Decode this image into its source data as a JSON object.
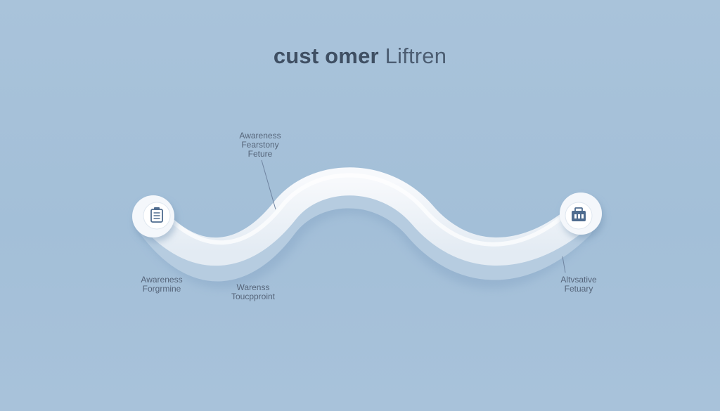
{
  "title": {
    "part1": "cust omer",
    "part2": "Liftren"
  },
  "annotations": [
    {
      "id": "top",
      "lines": [
        "Awareness",
        "Fearstony",
        "Feture"
      ]
    },
    {
      "id": "left",
      "lines": [
        "Awareness",
        "Forgrmine"
      ]
    },
    {
      "id": "middle",
      "lines": [
        "Warenss",
        "Toucpproint"
      ]
    },
    {
      "id": "right",
      "lines": [
        "Altvsative",
        "Fetuary"
      ]
    }
  ],
  "nodes": [
    {
      "id": "start",
      "icon": "document-icon"
    },
    {
      "id": "end",
      "icon": "briefcase-icon"
    }
  ],
  "colors": {
    "background": "#a6c1d9",
    "path": "#f2f5f9",
    "path_shadow": "#8eaccb",
    "icon": "#4f6c8f",
    "text": "#56657a"
  }
}
